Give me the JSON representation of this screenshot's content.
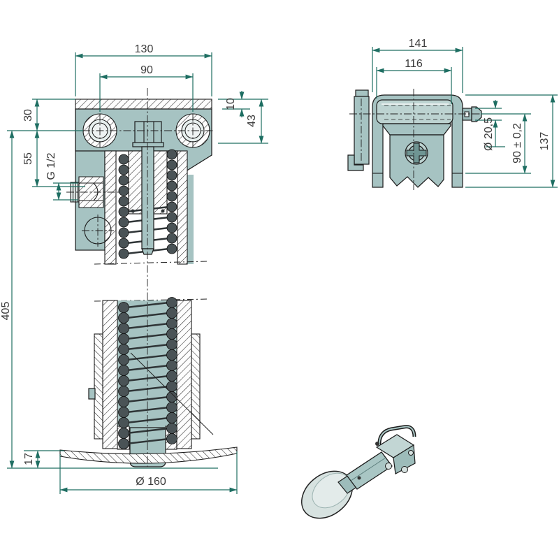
{
  "colors": {
    "body": "#a6c3c2",
    "body_light": "#bdd3d1",
    "body_dark": "#9dbcbb",
    "dim": "#1e6e62",
    "text": "#3b3b3b",
    "line": "#1c1c1c",
    "spring": "#4a5356",
    "white": "#ffffff"
  },
  "views": {
    "front": {
      "dims": {
        "overall_width": "130",
        "pivot_spacing": "90",
        "plate_thickness": "10",
        "head_height": "43",
        "plate_to_axis": "30",
        "axis_to_port": "55",
        "port_thread": "G 1/2",
        "overall_height": "405",
        "foot_rim": "17",
        "foot_diameter": "Ø 160"
      }
    },
    "side": {
      "dims": {
        "overall_width": "141",
        "inner_width": "116",
        "pin_diameter": "Ø 20,5",
        "axis_to_base": "90 ± 0,2",
        "overall_height": "137"
      }
    }
  }
}
